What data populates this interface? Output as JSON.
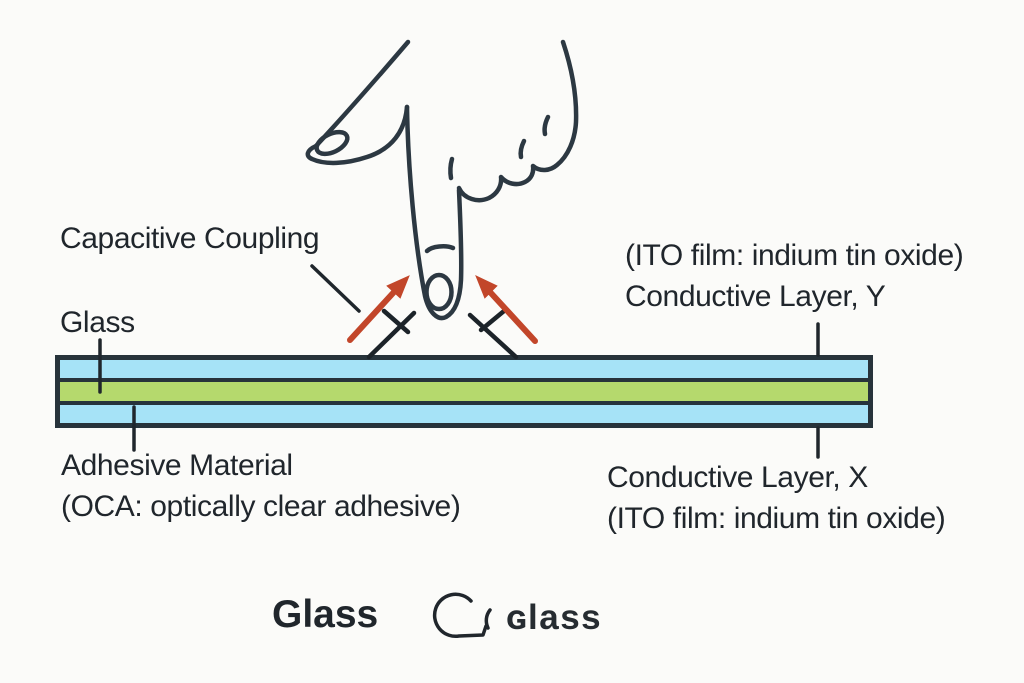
{
  "labels": {
    "capacitive_coupling": "Capacitive Coupling",
    "glass_left": "Glass",
    "conductive_y_line1": "(ITO film: indium tin oxide)",
    "conductive_y_line2": "Conductive Layer, Y",
    "adhesive_line1": "Adhesive Material",
    "adhesive_line2": "(OCA: optically clear adhesive)",
    "conductive_x_line1": "Conductive Layer, X",
    "conductive_x_line2": "(ITO film: indium tin oxide)",
    "glass_bottom_title": "Glass",
    "glass_bottom_wordmark": "ɢlass"
  },
  "layers": [
    {
      "name": "glass-top",
      "color": "#a6e3f7"
    },
    {
      "name": "adhesive-oca",
      "color": "#b5d96d"
    },
    {
      "name": "glass-bottom",
      "color": "#a6e3f7"
    }
  ],
  "colors": {
    "background": "#fbfbf9",
    "hand_outline": "#2c3842",
    "line_black": "#1f262c",
    "arrow_red": "#c2462a",
    "panel_border": "#27333b",
    "text": "#20262c"
  },
  "icons": {
    "hand": "pointing-finger-outline",
    "arrows": "capacitive-coupling-red-arrows",
    "field_lines": "capacitor-field-lines",
    "glyph": "glass-logo-mark"
  }
}
